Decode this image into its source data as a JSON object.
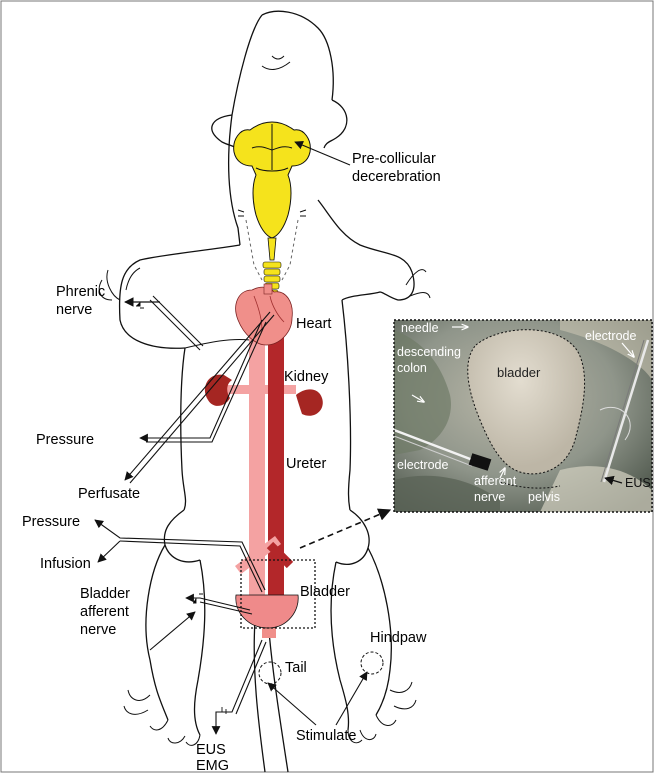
{
  "labels": {
    "precollicular": [
      "Pre-collicular",
      "decerebration"
    ],
    "phrenic": [
      "Phrenic",
      "nerve"
    ],
    "heart": "Heart",
    "kidney": "Kidney",
    "ureter": "Ureter",
    "pressure_upper": "Pressure",
    "perfusate": "Perfusate",
    "pressure_lower": "Pressure",
    "infusion": "Infusion",
    "bladder": "Bladder",
    "bladder_afferent": [
      "Bladder",
      "afferent",
      "nerve"
    ],
    "tail": "Tail",
    "hindpaw": "Hindpaw",
    "stimulate": "Stimulate",
    "eus_emg": [
      "EUS",
      "EMG"
    ]
  },
  "photo_labels": {
    "needle": "needle",
    "electrode_top": "electrode",
    "descending": [
      "descending",
      "colon"
    ],
    "bladder": "bladder",
    "electrode_left": "electrode",
    "afferent": [
      "afferent",
      "nerve"
    ],
    "pelvis": "pelvis",
    "eus": "EUS"
  },
  "colors": {
    "brain": "#f5e31c",
    "heart": "#f08f8a",
    "kidney": "#a52622",
    "vessel_dark": "#b3272a",
    "vessel_light": "#f4a2a2",
    "bladder": "#ef8a8a"
  }
}
